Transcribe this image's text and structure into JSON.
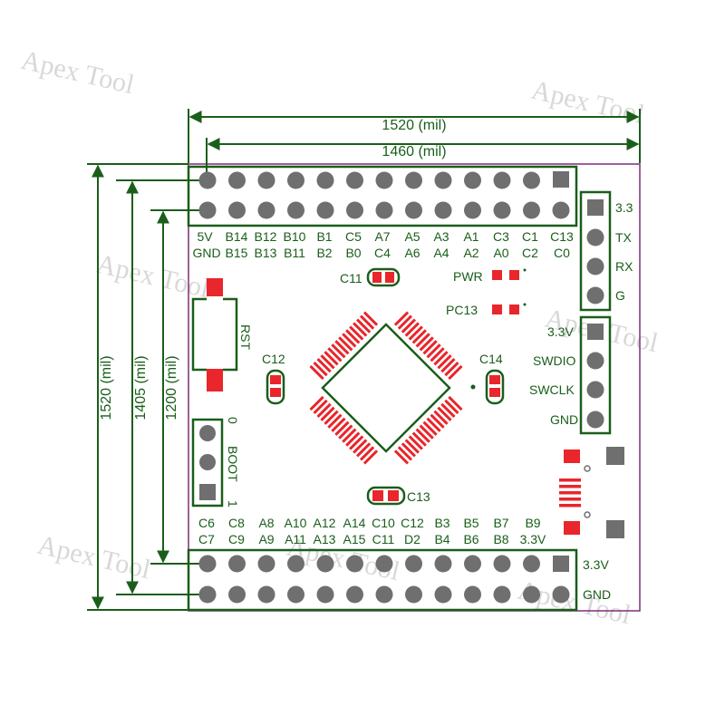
{
  "watermark": "Apex Tool",
  "dimensions": {
    "width_outer": "1520 (mil)",
    "width_inner": "1460 (mil)",
    "height_outer": "1520 (mil)",
    "height_mid": "1405 (mil)",
    "height_inner": "1200 (mil)"
  },
  "top_header": {
    "row1_labels": [
      "5V",
      "B14",
      "B12",
      "B10",
      "B1",
      "C5",
      "A7",
      "A5",
      "A3",
      "A1",
      "C3",
      "C1",
      "C13"
    ],
    "row2_labels": [
      "GND",
      "B15",
      "B13",
      "B11",
      "B2",
      "B0",
      "C4",
      "A6",
      "A4",
      "A2",
      "A0",
      "C2",
      "C0"
    ]
  },
  "bottom_header": {
    "row1_labels": [
      "C6",
      "C8",
      "A8",
      "A10",
      "A12",
      "A14",
      "C10",
      "C12",
      "B3",
      "B5",
      "B7",
      "B9"
    ],
    "row2_labels": [
      "C7",
      "C9",
      "A9",
      "A11",
      "A13",
      "A15",
      "C11",
      "D2",
      "B4",
      "B6",
      "B8",
      "3.3V"
    ],
    "side_labels": [
      "3.3V",
      "GND"
    ]
  },
  "uart_header": {
    "labels": [
      "3.3",
      "TX",
      "RX",
      "G"
    ]
  },
  "swd_header": {
    "labels": [
      "3.3V",
      "SWDIO",
      "SWCLK",
      "GND"
    ]
  },
  "components": {
    "reset": "RST",
    "boot_label": "BOOT",
    "boot_0": "0",
    "boot_1": "1",
    "c11": "C11",
    "c12": "C12",
    "c13": "C13",
    "c14": "C14",
    "pwr": "PWR",
    "pc13": "PC13"
  },
  "colors": {
    "silkscreen": "#1a5e1a",
    "pad": "#e8262b",
    "outline": "#7b2d7b",
    "pin": "#6f6f6f"
  }
}
